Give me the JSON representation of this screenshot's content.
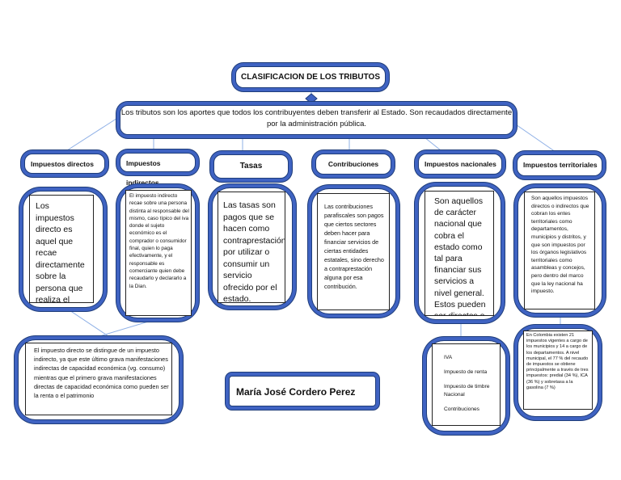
{
  "title": "CLASIFICACION DE LOS TRIBUTOS",
  "definition": "Los tributos son los aportes que todos los contribuyentes deben transferir al Estado. Son recaudados directamente por la administración pública.",
  "categories": [
    {
      "header": "Impuestos directos",
      "body": "Los impuestos directo es aquel que recae directamente sobre la persona que realiza el hecho generador que causa el impuesto."
    },
    {
      "header": "Impuestos indirectos",
      "body": "El impuesto indirecto recae sobre una persona distinta al responsable del mismo, caso típico del iva donde el sujeto económico es el comprador o consumidor final, quien lo paga efectivamente, y el responsable es comerciante quien debe recaudarlo y declararlo a la Dian."
    },
    {
      "header": "Tasas",
      "body": "Las tasas son pagos que se hacen como contraprestación por utilizar o consumir un servicio ofrecido por el estado."
    },
    {
      "header": "Contribuciones",
      "body": "Las contribuciones parafiscales son pagos que ciertos sectores deben hacer para financiar servicios de ciertas entidades estatales, sino derecho a contraprestación alguna por esa contribución."
    },
    {
      "header": "Impuestos nacionales",
      "body": "Son aquellos de carácter nacional que cobra el estado como tal para financiar sus servicios a nivel general. Estos pueden ser directos o indirectos."
    },
    {
      "header": "Impuestos territoriales",
      "body": "Son aquellos impuestos directos o indirectos que cobran los entes territoriales como departamentos, municipios y distritos, y que son impuestos por los órganos legislativos territoriales como asambleas y concejos, pero dentro del marco que la ley nacional ha impuesto."
    }
  ],
  "direct_vs_indirect": "El impuesto directo se distingue de un impuesto indirecto, ya que este último grava manifestaciones indirectas de capacidad económica (vg. consumo) mientras que el primero grava manifestaciones directas de capacidad económica como pueden ser la renta o el patrimonio",
  "author": "María José Cordero Perez",
  "national_list": [
    "IVA",
    "Impuesto de renta",
    "Impuesto de timbre Nacional",
    "Contribuciones"
  ],
  "territorial_note": "En Colombia existen 21 impuestos vigentes a cargo de los municipios y 14 a cargo de los departamentos. A nivel municipal, el 77 % del recaudo de impuestos se obtiene principalmente a través de tres impuestos: predial (34 %), ICA (36 %) y sobretasa a la gasolina (7 %)",
  "colors": {
    "frame": "#3f63c2",
    "frame_edge": "#1f3d7a",
    "connector": "#8fb0e6"
  }
}
